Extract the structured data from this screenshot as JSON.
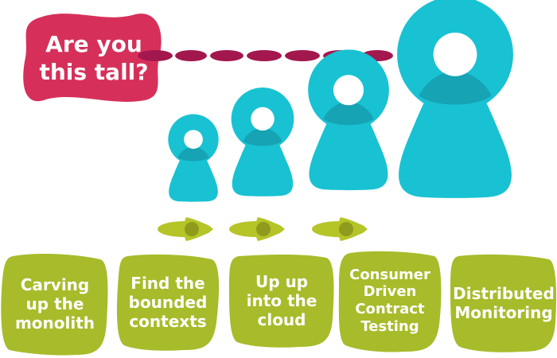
{
  "question": {
    "text": "Are you\nthis tall?",
    "color": "#d6305a"
  },
  "colors": {
    "figure": "#18c2d2",
    "figure_overlap": "#16a3b4",
    "dash": "#a3174f",
    "arrow": "#b5c427",
    "arrow_overlap": "#8e9b1d",
    "stage_box": "#a8bb2a"
  },
  "stages": [
    {
      "label": "Carving\nup the\nmonolith"
    },
    {
      "label": "Find the\nbounded\ncontexts"
    },
    {
      "label": "Up up\ninto the\ncloud"
    },
    {
      "label": "Consumer\nDriven\nContract\nTesting"
    },
    {
      "label": "Distributed\nMonitoring"
    }
  ],
  "icons": {
    "figures": [
      "person-icon",
      "person-icon",
      "person-icon",
      "person-icon"
    ],
    "arrows": [
      "arrow-right-icon",
      "arrow-right-icon",
      "arrow-right-icon"
    ]
  }
}
